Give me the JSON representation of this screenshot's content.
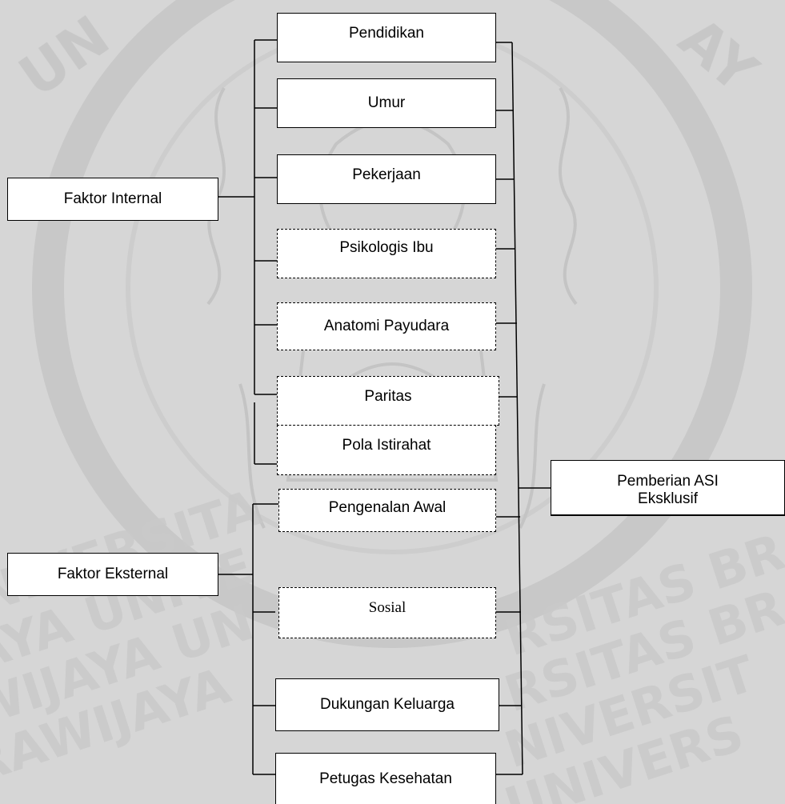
{
  "diagram": {
    "internal_label": "Faktor Internal",
    "external_label": "Faktor Eksternal",
    "outcome_line1": "Pemberian ASI",
    "outcome_line2": "Eksklusif",
    "factors": {
      "pendidikan": "Pendidikan",
      "umur": "Umur",
      "pekerjaan": "Pekerjaan",
      "psikologis": "Psikologis Ibu",
      "anatomi": "Anatomi Payudara",
      "paritas": "Paritas",
      "pola": "Pola Istirahat",
      "pengenalan": "Pengenalan Awal",
      "sosial": "Sosial",
      "dukungan": "Dukungan Keluarga",
      "petugas": "Petugas Kesehatan"
    }
  }
}
